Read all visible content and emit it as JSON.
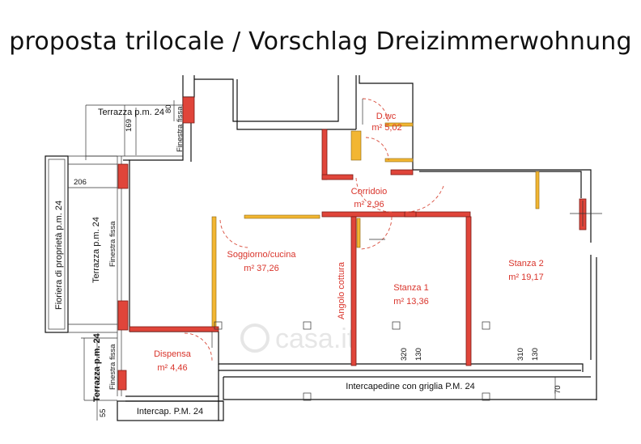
{
  "title": "proposta trilocale / Vorschlag Dreizimmerwohnung",
  "rooms": {
    "dwc": {
      "name": "D.wc",
      "area": "m² 5,02"
    },
    "corridoio": {
      "name": "Corridoio",
      "area": "m² 2,96"
    },
    "soggiorno": {
      "name": "Soggiorno/cucina",
      "area": "m² 37,26"
    },
    "stanza1": {
      "name": "Stanza 1",
      "area": "m² 13,36"
    },
    "stanza2": {
      "name": "Stanza 2",
      "area": "m² 19,17"
    },
    "dispensa": {
      "name": "Dispensa",
      "area": "m² 4,46"
    }
  },
  "labels": {
    "terrazza_top": "Terrazza p.m. 24",
    "terrazza_left": "Terrazza p.m. 24",
    "terrazza_bottom": "Terrazza p.m. 24",
    "fioriera": "Fioriera di proprietà p.m. 24",
    "finestra_fissa_1": "Finestra fissa",
    "finestra_fissa_2": "Finestra fissa",
    "finestra_fissa_3": "Finestra fissa",
    "angolo_cottura": "Angolo cottura",
    "intercapedine": "Intercapedine con griglia P.M. 24",
    "intercap": "Intercap. P.M. 24"
  },
  "dimensions": {
    "d80": "80",
    "d169": "169",
    "d206": "206",
    "d320": "320",
    "d130a": "130",
    "d310": "310",
    "d130b": "130",
    "d70": "70",
    "d55": "55"
  },
  "watermark": "casa.it"
}
